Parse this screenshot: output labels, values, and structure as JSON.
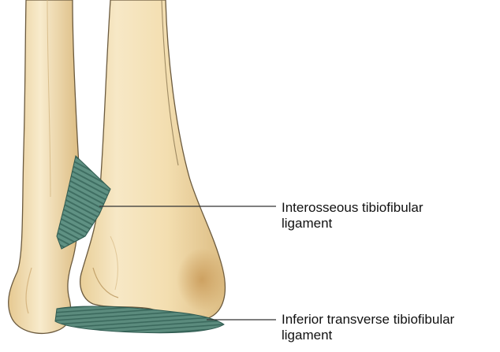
{
  "labels": {
    "interosseous": {
      "line1": "Interosseous tibiofibular",
      "line2": "ligament"
    },
    "inferior_transverse": {
      "line1": "Inferior transverse tibiofibular",
      "line2": "ligament"
    }
  },
  "colors": {
    "bone_fill": "#f1dcae",
    "bone_light": "#f8ecd0",
    "bone_shadow": "#c9a66e",
    "bone_outline": "#6b5a3e",
    "ligament_fill": "#5e8f82",
    "ligament_stripe": "#3e6d62",
    "leader_line": "#333333",
    "text": "#111111"
  }
}
